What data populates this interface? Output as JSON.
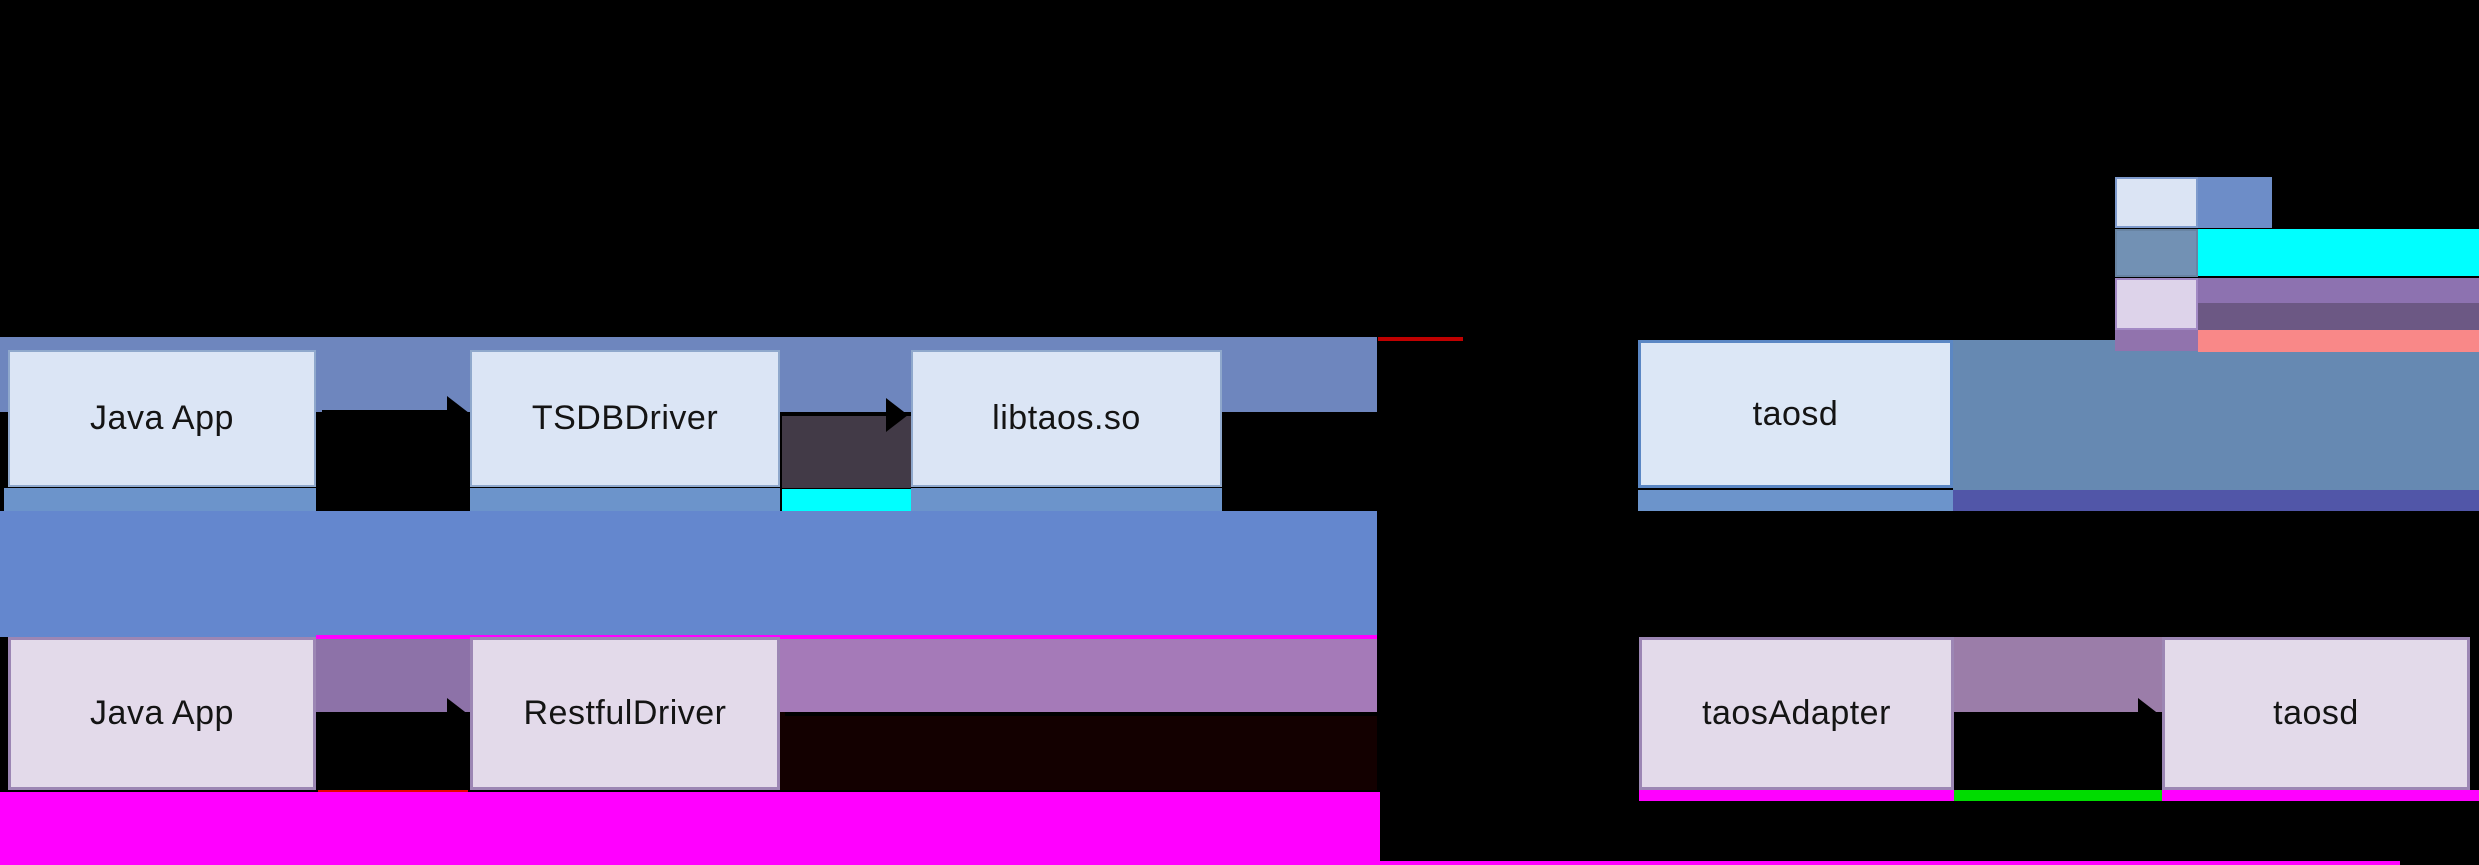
{
  "boxes": {
    "java_app_jni": "Java App",
    "tsdb_driver": "TSDBDriver",
    "libtaos": "libtaos.so",
    "taosd_jni": "taosd",
    "java_app_rest": "Java App",
    "restful_driver": "RestfulDriver",
    "taos_adapter": "taosAdapter",
    "taosd_rest": "taosd"
  },
  "colors": {
    "band_top_left": "#6E86BE",
    "band_middle": "#6487CE",
    "under_box_strip": "#6C94CB",
    "cyan_highlight": "#00FFFF",
    "dark_block": "#423A47",
    "purple_gap_left": "#8D72A8",
    "purple_band": "#A57AB8",
    "purple_gap_right": "#9B7DA9",
    "maroon_band": "#130000",
    "magenta": "#FF00FF",
    "red_strip": "#E80000",
    "red_line": "#C00000",
    "green_strip": "#00DC00",
    "steel_band": "#6689B2",
    "indigo_strip": "#5156A8",
    "box_blue_fill": "#DBE5F5",
    "box_blue_border": "#8FA8CC",
    "box_taosd_fill": "#DCE7F6",
    "box_taosd_border": "#5B87C4",
    "box_purple_fill": "#E3DAEA",
    "box_purple_border": "#9C86B4",
    "legend_sw1_fill": "#DBE4F4",
    "legend_sw1_border": "#7E9ACC",
    "legend_sw2_fill": "#7291B4",
    "legend_sw2_border": "#6884A3",
    "legend_sw3_fill": "#DDD3EA",
    "legend_sw3_border": "#A289C4",
    "legend_hl_blue": "#6D8DC8",
    "legend_hl_purple": "#8D72B0",
    "legend_hl_darkpurple": "#6C5884",
    "legend_hl_salmon": "#F98888",
    "legend_purple_block": "#9173AD"
  }
}
